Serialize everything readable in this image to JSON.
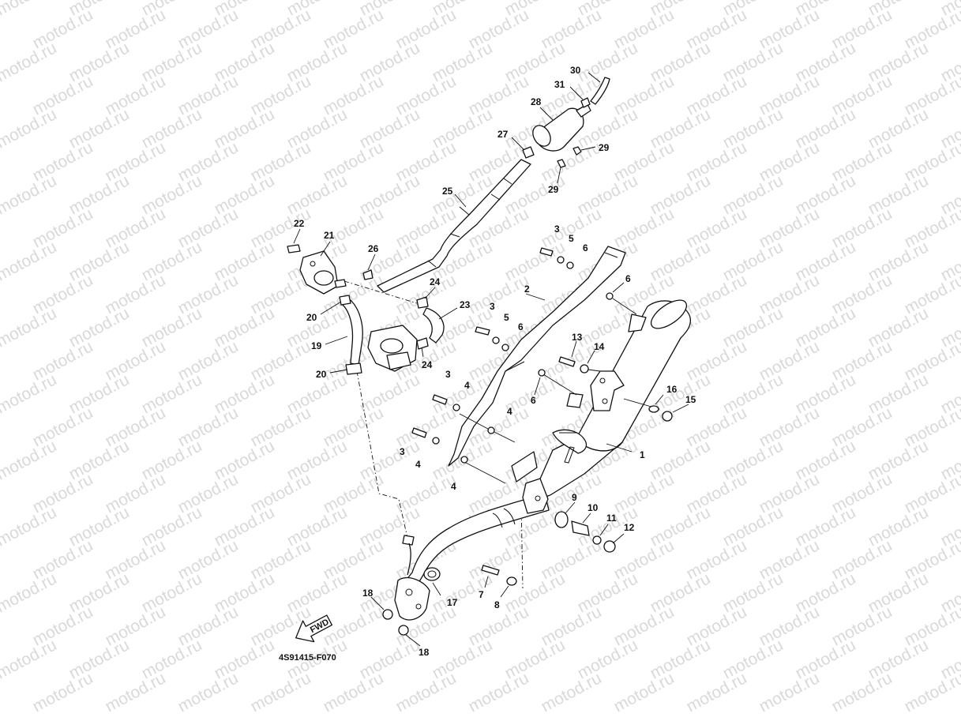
{
  "watermark": {
    "text": "motod.ru",
    "color": "#d9d9d9"
  },
  "diagram": {
    "code": "4S91415-F070",
    "fwd_label": "FWD",
    "callouts": [
      "30",
      "31",
      "28",
      "27",
      "29",
      "29",
      "25",
      "22",
      "21",
      "26",
      "24",
      "23",
      "20",
      "19",
      "20",
      "24",
      "3",
      "5",
      "6",
      "6",
      "2",
      "3",
      "5",
      "6",
      "13",
      "14",
      "3",
      "4",
      "6",
      "16",
      "15",
      "4",
      "3",
      "4",
      "1",
      "4",
      "9",
      "10",
      "11",
      "12",
      "18",
      "17",
      "7",
      "8",
      "18"
    ]
  },
  "parts": [
    {
      "name": "exhaust-pipe-muffler",
      "icon": "muffler-icon"
    },
    {
      "name": "protector",
      "icon": "heat-shield-icon"
    },
    {
      "name": "air-induction-hoses",
      "icon": "hose-icon"
    },
    {
      "name": "reed-valve-assembly",
      "icon": "valve-icon"
    },
    {
      "name": "fwd-arrow",
      "icon": "arrow-left-icon"
    }
  ]
}
